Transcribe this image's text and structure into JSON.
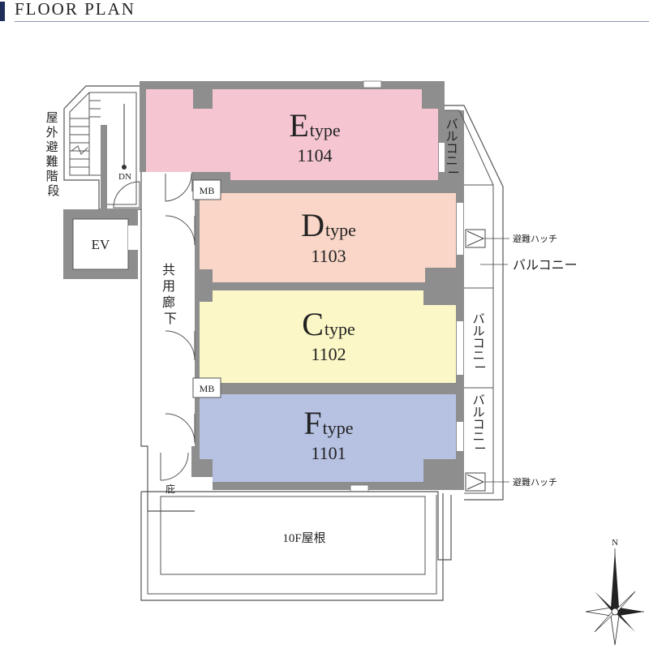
{
  "header": {
    "title": "FLOOR PLAN"
  },
  "units": [
    {
      "type_letter": "E",
      "type_suffix": "type",
      "number": "1104",
      "color": "#f5c6d2"
    },
    {
      "type_letter": "D",
      "type_suffix": "type",
      "number": "1103",
      "color": "#f9d6c7"
    },
    {
      "type_letter": "C",
      "type_suffix": "type",
      "number": "1102",
      "color": "#fbf7c6"
    },
    {
      "type_letter": "F",
      "type_suffix": "type",
      "number": "1101",
      "color": "#b7c2e3"
    }
  ],
  "labels": {
    "outdoor_stair": [
      "屋",
      "外",
      "避",
      "難",
      "階",
      "段"
    ],
    "dn": "DN",
    "ev": "EV",
    "mb_top": "MB",
    "mb_bottom": "MB",
    "corridor": [
      "共",
      "用",
      "廊",
      "下"
    ],
    "garden": "庇",
    "roof": "10F屋根",
    "balcony_e": [
      "バ",
      "ル",
      "コ",
      "ニ",
      "ー"
    ],
    "balcony_d": "バルコニー",
    "balcony_c": [
      "バ",
      "ル",
      "コ",
      "ニ",
      "ー"
    ],
    "balcony_f": [
      "バ",
      "ル",
      "コ",
      "ニ",
      "ー"
    ],
    "hatch_top": "避難ハッチ",
    "hatch_bottom": "避難ハッチ",
    "north": "N"
  },
  "colors": {
    "wall": "#8e8e8e",
    "outline": "#555555",
    "header_accent": "#1f2d5a"
  }
}
